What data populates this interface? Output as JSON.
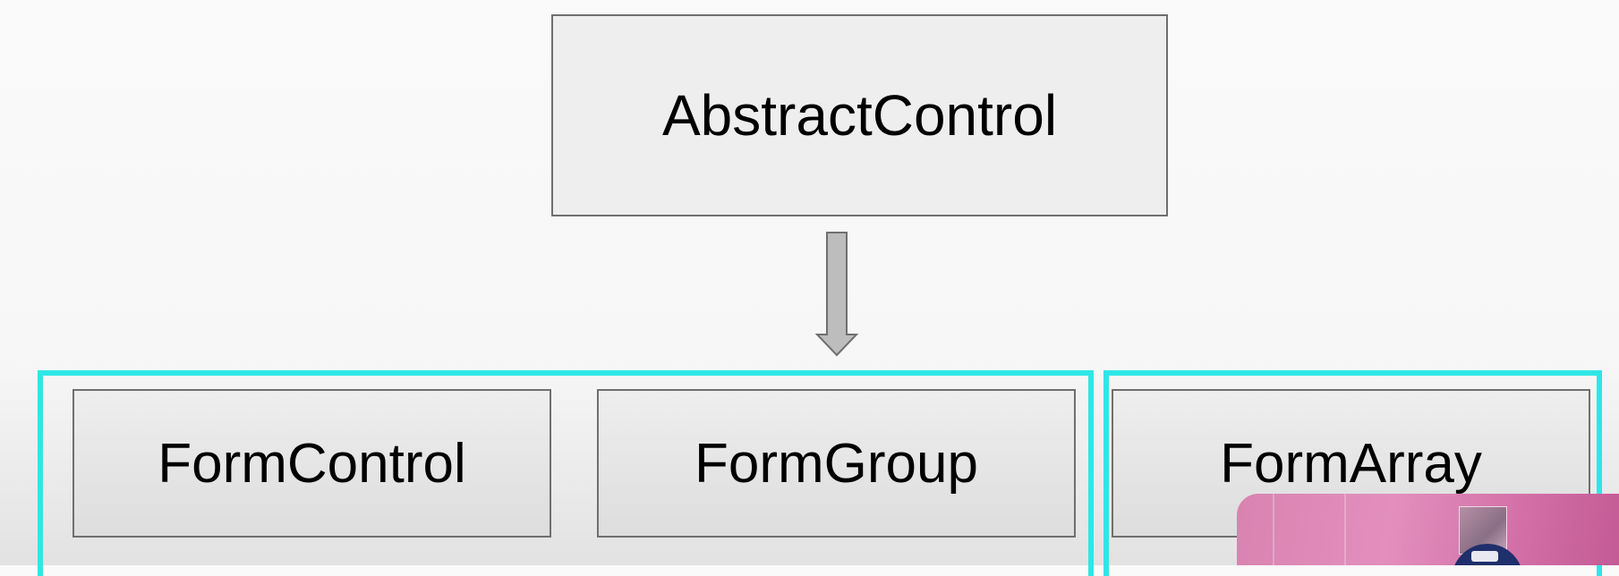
{
  "diagram": {
    "parent": {
      "label": "AbstractControl"
    },
    "children": [
      {
        "label": "FormControl"
      },
      {
        "label": "FormGroup"
      },
      {
        "label": "FormArray"
      }
    ],
    "colors": {
      "highlight": "#2fe6e6",
      "box_fill": "#eeeeee",
      "box_border": "#6f6f6f",
      "arrow_fill": "#bdbdbd"
    },
    "icons": {
      "arrow": "arrow-down-icon"
    }
  },
  "overlay": {
    "type": "webcam-video"
  }
}
